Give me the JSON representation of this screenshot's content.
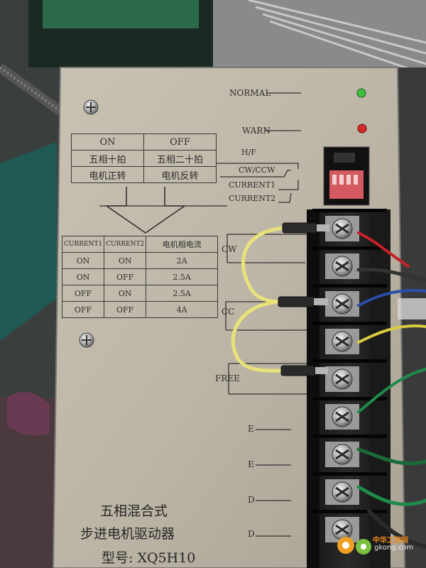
{
  "indicators": {
    "normal": {
      "label": "NORMAL",
      "led_color": "#3fbf3f"
    },
    "warn": {
      "label": "WARN",
      "led_color": "#d42a2a"
    }
  },
  "mode_table": {
    "header": [
      "ON",
      "OFF"
    ],
    "rows": [
      [
        "五相十拍",
        "五相二十拍"
      ],
      [
        "电机正转",
        "电机反转"
      ]
    ]
  },
  "switch_labels": [
    "H/F",
    "CW/CCW",
    "CURRENT1",
    "CURRENT2"
  ],
  "current_table": {
    "header": [
      "CURRENT1",
      "CURRENT2",
      "电机相电流"
    ],
    "rows": [
      [
        "ON",
        "ON",
        "2A"
      ],
      [
        "ON",
        "OFF",
        "2.5A"
      ],
      [
        "OFF",
        "ON",
        "2.5A"
      ],
      [
        "OFF",
        "OFF",
        "4A"
      ]
    ]
  },
  "terminal_labels": {
    "cw": "CW",
    "ccw": "CC",
    "free": "FREE",
    "e1": "E",
    "e2": "E",
    "d1": "D",
    "d2": "D"
  },
  "product": {
    "line1": "五相混合式",
    "line2": "步进电机驱动器",
    "model": "型号: XQ5H10"
  },
  "watermark": {
    "cn": "中华工控网",
    "url": "gkong.com"
  }
}
